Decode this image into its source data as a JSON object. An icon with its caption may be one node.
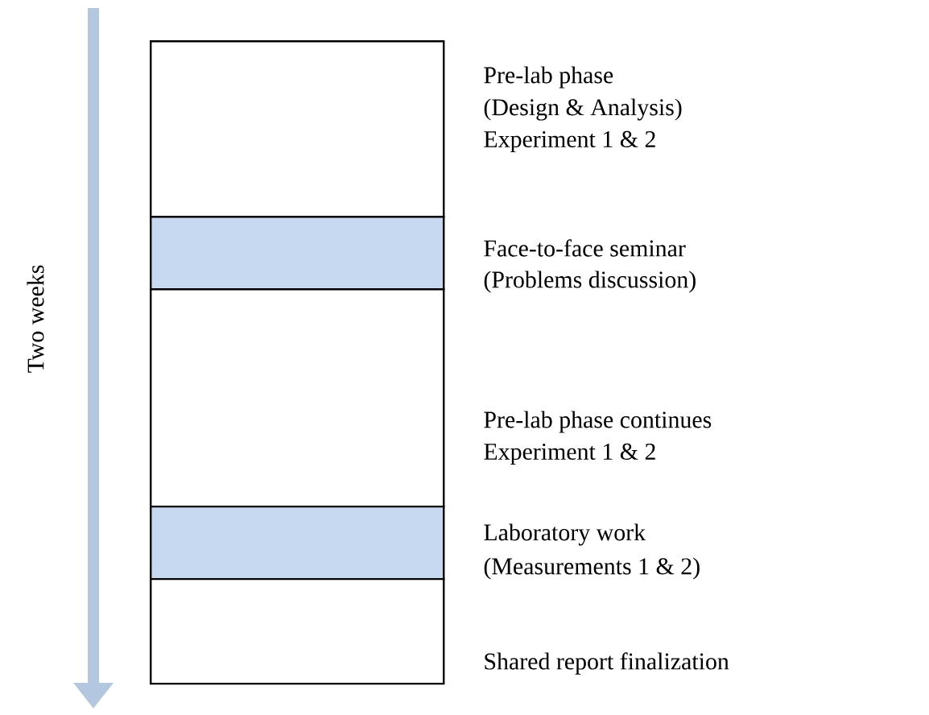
{
  "diagram": {
    "nodes": [
      {
        "text": [],
        "shape": "box",
        "beside": [
          "Pre-lab phase",
          "(Design & Analysis)",
          "Experiment 1 & 2"
        ]
      },
      {
        "text": [],
        "shape": "band",
        "beside": [
          "Face-to-face seminar",
          "(Problems discussion)"
        ]
      },
      {
        "text": [],
        "shape": "box",
        "beside": [
          "Pre-lab phase continues",
          "Experiment 1 & 2"
        ]
      },
      {
        "text": [],
        "shape": "band",
        "beside": [
          "Laboratory work",
          "(Measurements 1 & 2)"
        ]
      },
      {
        "text": [],
        "shape": "box",
        "beside": [
          "Shared report finalization"
        ]
      }
    ],
    "labels": [
      "Two weeks"
    ]
  }
}
